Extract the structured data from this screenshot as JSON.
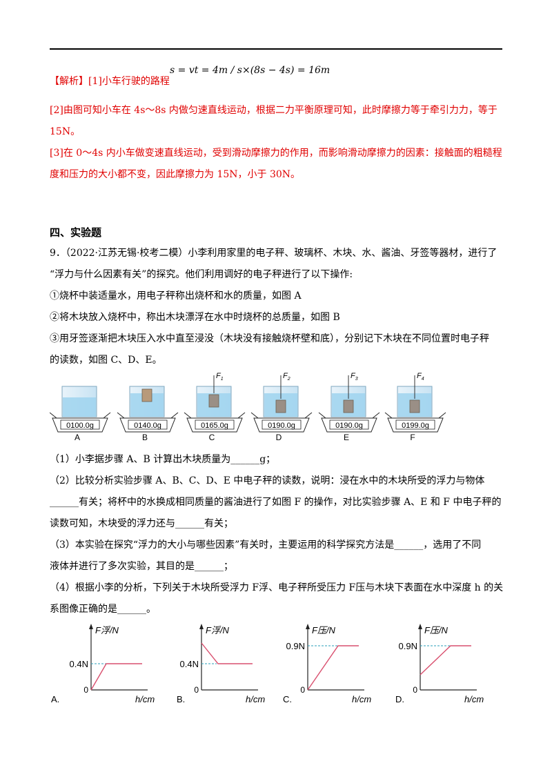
{
  "analysis": {
    "formula": "s = vt = 4m / s×(8s − 4s) = 16m",
    "label": "【解析】",
    "line1": "[1]小车行驶的路程",
    "line2": "[2]由图可知小车在 4s～8s 内做匀速直线运动，根据二力平衡原理可知，此时摩擦力等于牵引力力，等于",
    "line3": "15N。",
    "line4": "[3]在 0～4s 内小车做变速直线运动，受到滑动摩擦力的作用，而影响滑动摩擦力的因素：接触面的粗糙程",
    "line5": "度和压力的大小都不变，因此摩擦力为 15N，小于 30N。"
  },
  "section": {
    "title": "四、实验题"
  },
  "question": {
    "line1": "9．（2022·江苏无锡·校考二模）小李利用家里的电子秤、玻璃杯、木块、水、酱油、牙签等器材，进行了",
    "line2": "“浮力与什么因素有关”的探究。他们利用调好的电子秤进行了以下操作:",
    "step1": "①烧杯中装适量水，用电子秤称出烧杯和水的质量，如图 A",
    "step2": "②将木块放入烧杯中，称出木块漂浮在水中时烧杯的总质量，如图 B",
    "step3a": "③用牙签逐渐把木块压入水中直至浸没（木块没有接触烧杯壁和底），分别记下木块在不同位置时电子秤",
    "step3b": "的读数，如图 C、D、E。"
  },
  "figures": [
    {
      "letter": "A",
      "reading": "0100.0g",
      "force": ""
    },
    {
      "letter": "B",
      "reading": "0140.0g",
      "force": ""
    },
    {
      "letter": "C",
      "reading": "0165.0g",
      "force": "F1"
    },
    {
      "letter": "D",
      "reading": "0190.0g",
      "force": "F2"
    },
    {
      "letter": "E",
      "reading": "0190.0g",
      "force": "F3"
    },
    {
      "letter": "F",
      "reading": "0199.0g",
      "force": "F4"
    }
  ],
  "subquestions": {
    "q1": "（1）小李据步骤 A、B 计算出木块质量为______g；",
    "q2a": "（2）比较分析实验步骤 A、B、C、D、E 中电子秤的读数，说明：浸在水中的木块所受的浮力与物体",
    "q2b": "______有关；将杯中的水换成相同质量的酱油进行了如图 F 的操作，对比实验步骤 A、E 和 F 中电子秤的",
    "q2c": "读数可知，木块受的浮力还与______有关；",
    "q3a": "（3）本实验在探究“浮力的大小与哪些因素”有关时，主要运用的科学探究方法是______，选用了不同",
    "q3b": "液体并进行了多次实验，其目的是______；",
    "q4a": "（4）根据小李的分析，下列关于木块所受浮力 F浮、电子秤所受压力 F压与木块下表面在水中深度 h 的关",
    "q4b": "系图像正确的是______。"
  },
  "options": [
    {
      "letter": "A.",
      "ylabel": "F浮/N",
      "value": "0.4N",
      "xlabel": "h/cm",
      "origin": "0"
    },
    {
      "letter": "B.",
      "ylabel": "F浮/N",
      "value": "0.4N",
      "xlabel": "h/cm",
      "origin": "0"
    },
    {
      "letter": "C.",
      "ylabel": "F压/N",
      "value": "0.9N",
      "xlabel": "h/cm",
      "origin": "0"
    },
    {
      "letter": "D.",
      "ylabel": "F压/N",
      "value": "0.9N",
      "xlabel": "h/cm",
      "origin": "0"
    }
  ],
  "colors": {
    "answer": "#e00000",
    "curve": "#d94f6e",
    "dash": "#2a9fb8",
    "water": "#9fd4ee"
  }
}
